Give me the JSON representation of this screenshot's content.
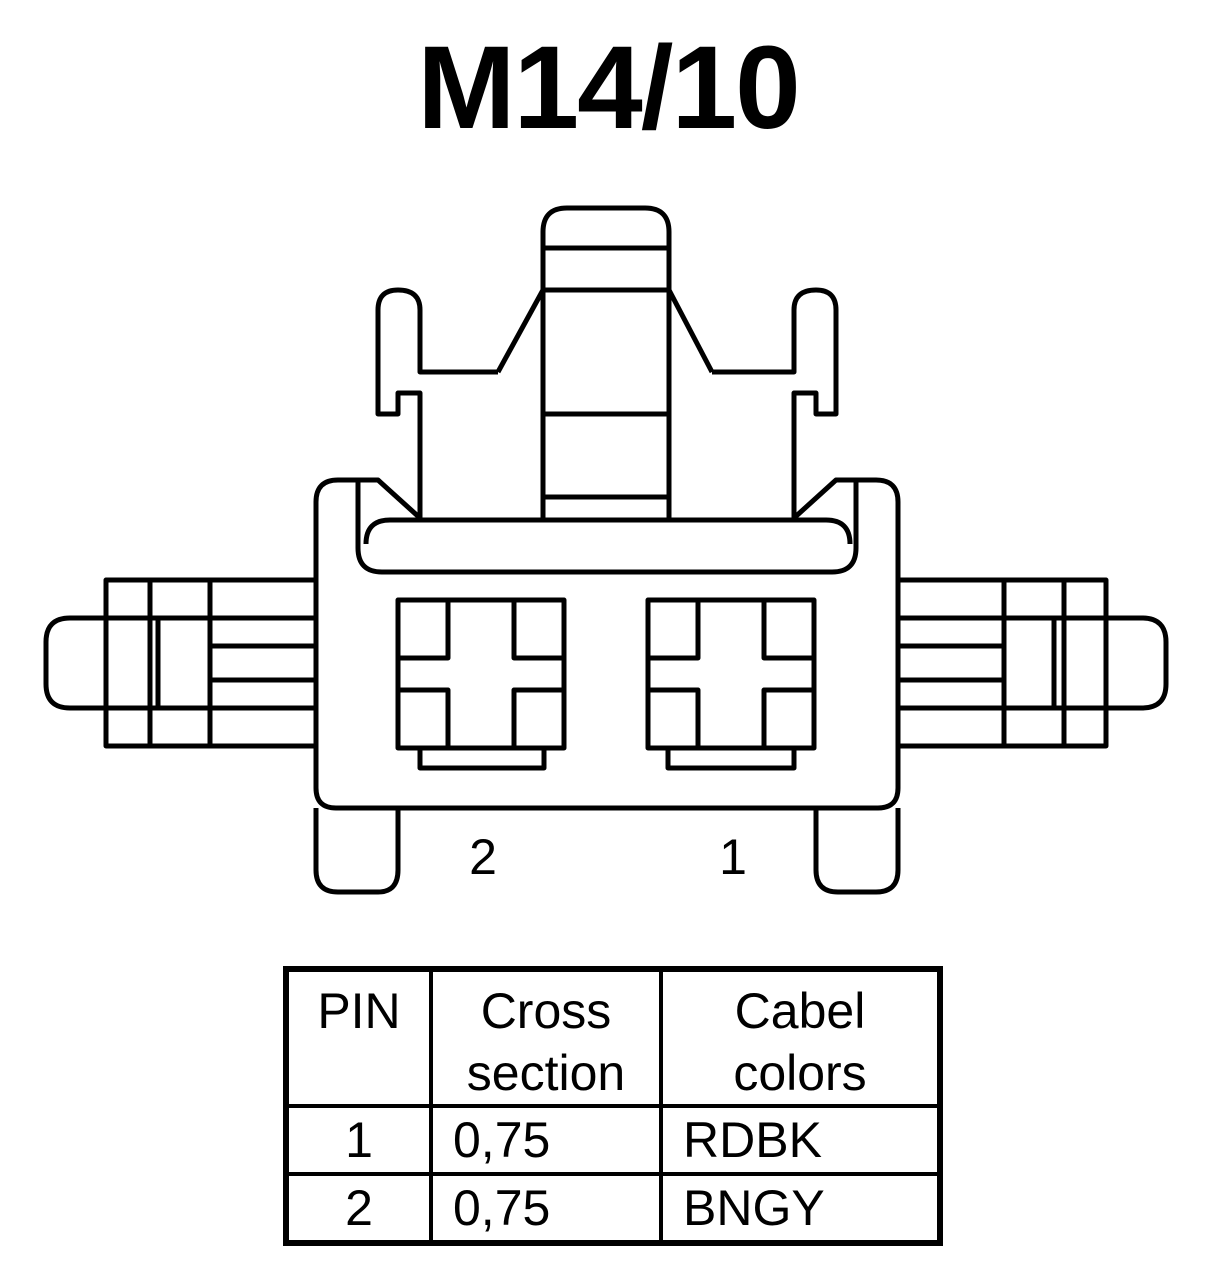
{
  "diagram": {
    "title": "M14/10",
    "pin_labels": [
      "2",
      "1"
    ]
  },
  "table": {
    "headers": {
      "pin": "PIN",
      "cross_line1": "Cross",
      "cross_line2": "section",
      "colors_line1": "Cabel",
      "colors_line2": "colors"
    },
    "rows": [
      {
        "pin": "1",
        "cross_section": "0,75",
        "cable_color": "RDBK"
      },
      {
        "pin": "2",
        "cross_section": "0,75",
        "cable_color": "BNGY"
      }
    ]
  }
}
